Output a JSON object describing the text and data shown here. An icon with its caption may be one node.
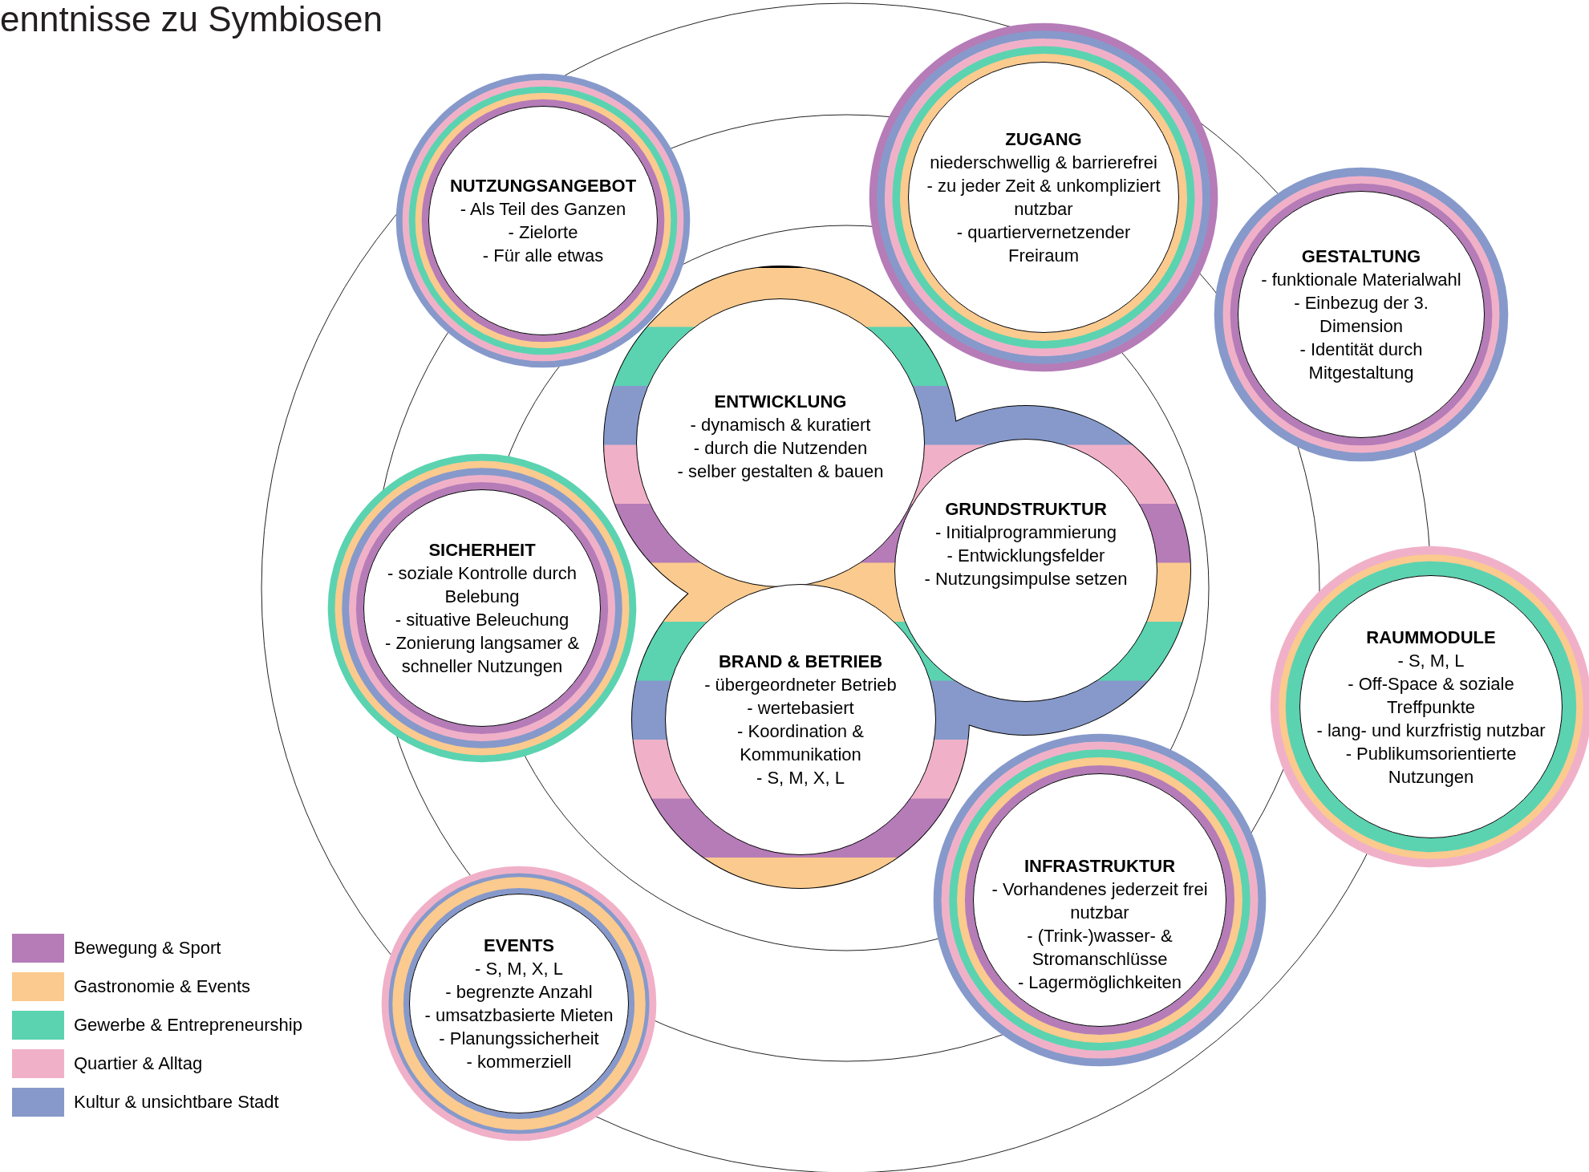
{
  "diagram": {
    "title": "enntnisse zu Symbiosen",
    "nodes": [
      {
        "text": [
          "NUTZUNGSANGEBOT",
          "- Als Teil des Ganzen",
          "- Zielorte",
          "- Für alle etwas"
        ]
      },
      {
        "text": [
          "ZUGANG",
          "niederschwellig & barrierefrei",
          "- zu jeder Zeit & unkompliziert nutzbar",
          "- quartiervernetzender Freiraum"
        ]
      },
      {
        "text": [
          "GESTALTUNG",
          "- funktionale Materialwahl",
          "- Einbezug der 3. Dimension",
          "- Identität durch Mitgestaltung"
        ]
      },
      {
        "text": [
          "ENTWICKLUNG",
          "- dynamisch & kuratiert",
          "- durch die Nutzenden",
          "- selber gestalten & bauen"
        ]
      },
      {
        "text": [
          "SICHERHEIT",
          "- soziale Kontrolle durch Belebung",
          "- situative Beleuchung",
          "- Zonierung langsamer & schneller Nutzungen"
        ]
      },
      {
        "text": [
          "GRUNDSTRUKTUR",
          "- Initialprogrammierung",
          "- Entwicklungsfelder",
          "- Nutzungsimpulse setzen"
        ]
      },
      {
        "text": [
          "RAUMMODULE",
          "- S, M, L",
          "- Off-Space & soziale Treffpunkte",
          "- lang- und kurzfristig nutzbar",
          "- Publikumsorientierte Nutzungen"
        ]
      },
      {
        "text": [
          "BRAND & BETRIEB",
          "- übergeordneter Betrieb",
          "- wertebasiert",
          "- Koordination & Kommunikation",
          "- S, M, X, L"
        ]
      },
      {
        "text": [
          "INFRASTRUKTUR",
          "- Vorhandenes jederzeit frei nutzbar",
          "- (Trink-)wasser- & Stromanschlüsse",
          "- Lagermöglichkeiten"
        ]
      },
      {
        "text": [
          "EVENTS",
          "- S, M, X, L",
          "- begrenzte Anzahl",
          "- umsatzbasierte Mieten",
          "- Planungssicherheit",
          "- kommerziell"
        ]
      }
    ],
    "legend": [
      {
        "text": "Bewegung & Sport",
        "color": "#b57cb8"
      },
      {
        "text": "Gastronomie & Events",
        "color": "#fbca8e"
      },
      {
        "text": "Gewerbe & Entrepreneurship",
        "color": "#5bd3b0"
      },
      {
        "text": "Quartier & Alltag",
        "color": "#f0b1c8"
      },
      {
        "text": "Kultur & unsichtbare Stadt",
        "color": "#8699ca"
      }
    ]
  }
}
